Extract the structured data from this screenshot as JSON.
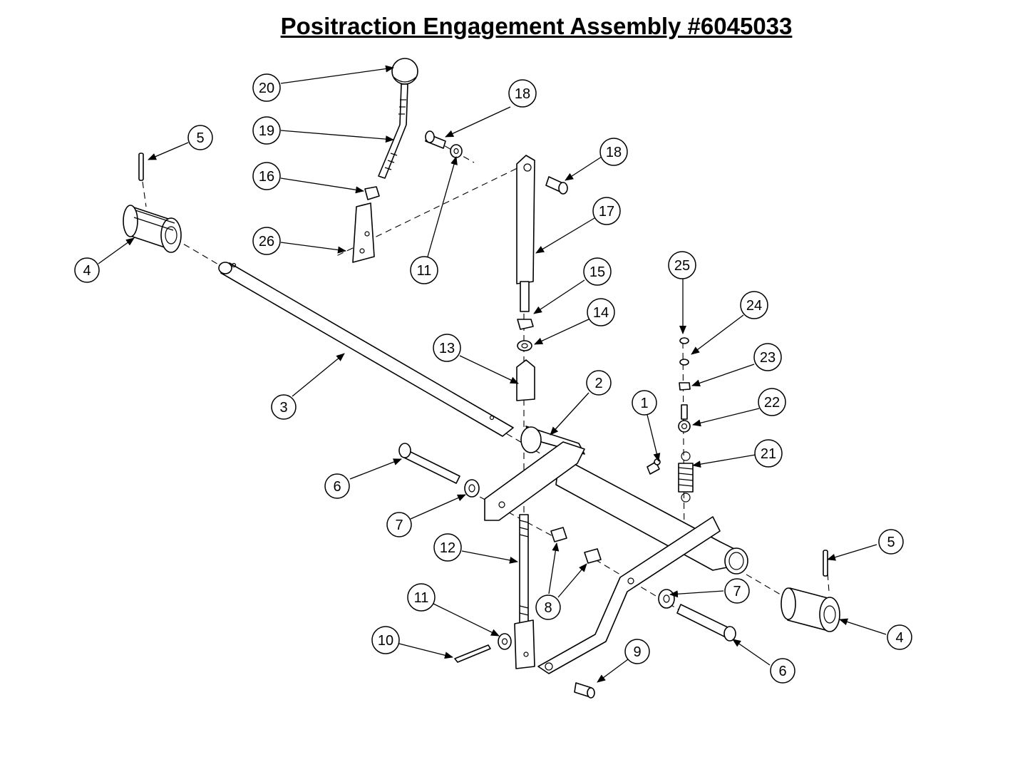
{
  "title": "Positraction Engagement Assembly #6045033",
  "callouts": [
    {
      "label": "20"
    },
    {
      "label": "19"
    },
    {
      "label": "16"
    },
    {
      "label": "26"
    },
    {
      "label": "18"
    },
    {
      "label": "11"
    },
    {
      "label": "18"
    },
    {
      "label": "17"
    },
    {
      "label": "15"
    },
    {
      "label": "14"
    },
    {
      "label": "13"
    },
    {
      "label": "5"
    },
    {
      "label": "4"
    },
    {
      "label": "3"
    },
    {
      "label": "2"
    },
    {
      "label": "1"
    },
    {
      "label": "25"
    },
    {
      "label": "24"
    },
    {
      "label": "23"
    },
    {
      "label": "22"
    },
    {
      "label": "21"
    },
    {
      "label": "6"
    },
    {
      "label": "7"
    },
    {
      "label": "12"
    },
    {
      "label": "8"
    },
    {
      "label": "11"
    },
    {
      "label": "10"
    },
    {
      "label": "9"
    },
    {
      "label": "5"
    },
    {
      "label": "7"
    },
    {
      "label": "4"
    },
    {
      "label": "6"
    }
  ]
}
